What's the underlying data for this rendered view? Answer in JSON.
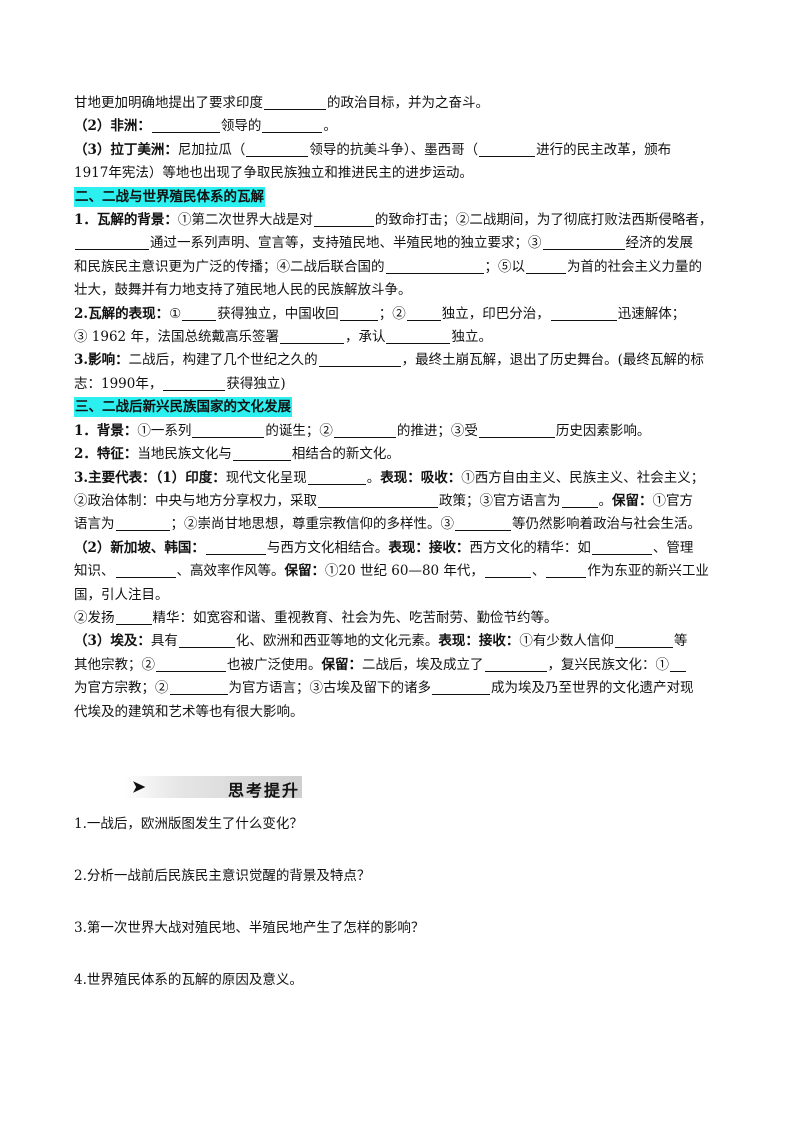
{
  "body": {
    "l01": {
      "a": "甘地更加明确地提出了要求印度",
      "b": "的政治目标，并为之奋斗。"
    },
    "l02": {
      "a": "（2）非洲：",
      "b": "领导的",
      "c": "。"
    },
    "l03": {
      "a": "（3）拉丁美洲：",
      "b": "尼加拉瓜（",
      "c": "领导的抗美斗争）、墨西哥（",
      "d": "进行的民主改革，颁布"
    },
    "l04": {
      "a": "1917年宪法）等地也出现了争取民族独立和推进民主的进步运动。"
    },
    "h2": "二、二战与世界殖民体系的瓦解",
    "l05": {
      "a": "1．瓦解的背景：",
      "b": "①第二次世界大战是对",
      "c": "的致命打击；②二战期间，为了彻底打败法西斯侵略者，"
    },
    "l06": {
      "a": "通过一系列声明、宣言等，支持殖民地、半殖民地的独立要求；③",
      "b": "经济的发展"
    },
    "l07": {
      "a": "和民族民主意识更为广泛的传播；④二战后联合国的",
      "b": "；⑤以",
      "c": "为首的社会主义力量的"
    },
    "l08": {
      "a": "壮大，鼓舞并有力地支持了殖民地人民的民族解放斗争。"
    },
    "l09": {
      "a": "2.瓦解的表现：",
      "b": "①",
      "c": "获得独立，中国收回",
      "d": "；②",
      "e": "独立，印巴分治，",
      "f": "迅速解体；"
    },
    "l10": {
      "a": "③ 1962 年，法国总统戴高乐签署",
      "b": "，承认",
      "c": "独立。"
    },
    "l11": {
      "a": "3.影响：",
      "b": "二战后，构建了几个世纪之久的",
      "c": "，最终土崩瓦解，退出了历史舞台。(最终瓦解的标"
    },
    "l12": {
      "a": "志：1990年，",
      "b": "获得独立)"
    },
    "h3": "三、二战后新兴民族国家的文化发展",
    "l13": {
      "a": "1．背景：",
      "b": "①一系列",
      "c": "的诞生；②",
      "d": "的推进；③受",
      "e": "历史因素影响。"
    },
    "l14": {
      "a": "2．特征：",
      "b": "当地民族文化与",
      "c": "相结合的新文化。"
    },
    "l15": {
      "a": "3.主要代表：（1）印度：",
      "b": "现代文化呈现",
      "c": "。",
      "d": "表现：吸收：",
      "e": "①西方自由主义、民族主义、社会主义；"
    },
    "l16": {
      "a": "②政治体制：中央与地方分享权力，采取",
      "b": "政策；③官方语言为",
      "c": "。",
      "d": "保留：",
      "e": "①官方"
    },
    "l17": {
      "a": "语言为",
      "b": "；②崇尚甘地思想，尊重宗教信仰的多样性。③",
      "c": "等仍然影响着政治与社会生活。"
    },
    "l18": {
      "a": "（2）新加坡、韩国：",
      "b": "与西方文化相结合。",
      "c": "表现：接收：",
      "d": "西方文化的精华：如",
      "e": "、管理"
    },
    "l19": {
      "a": "知识、",
      "b": "、高效率作风等。",
      "c": "保留：",
      "d": "①20 世纪 60—80 年代，",
      "e": "、",
      "f": "作为东亚的新兴工业"
    },
    "l20": {
      "a": "国，引人注目。"
    },
    "l21": {
      "a": "②发扬",
      "b": "精华：如宽容和谐、重视教育、社会为先、吃苦耐劳、勤俭节约等。"
    },
    "l22": {
      "a": "（3）埃及：",
      "b": "具有",
      "c": "化、欧洲和西亚等地的文化元素。",
      "d": "表现：接收：",
      "e": "①有少数人信仰",
      "f": "等"
    },
    "l23": {
      "a": "其他宗教；②",
      "b": "也被广泛使用。",
      "c": "保留：",
      "d": "二战后，埃及成立了",
      "e": "，复兴民族文化：①"
    },
    "l24": {
      "a": "为官方宗教；②",
      "b": "为官方语言；③古埃及留下的诸多",
      "c": "成为埃及乃至世界的文化遗产对现"
    },
    "l25": {
      "a": "代埃及的建筑和艺术等也有很大影响。"
    }
  },
  "think": {
    "title": "思考提升",
    "icon": "arrow-right-icon",
    "arrow_glyph": "➤"
  },
  "questions": [
    "1.一战后，欧洲版图发生了什么变化？",
    "2.分析一战前后民族民主意识觉醒的背景及特点？",
    "3.第一次世界大战对殖民地、半殖民地产生了怎样的影响？",
    "4.世界殖民体系的瓦解的原因及意义。"
  ],
  "colors": {
    "highlight": "#2bf0ef",
    "text": "#111111"
  }
}
